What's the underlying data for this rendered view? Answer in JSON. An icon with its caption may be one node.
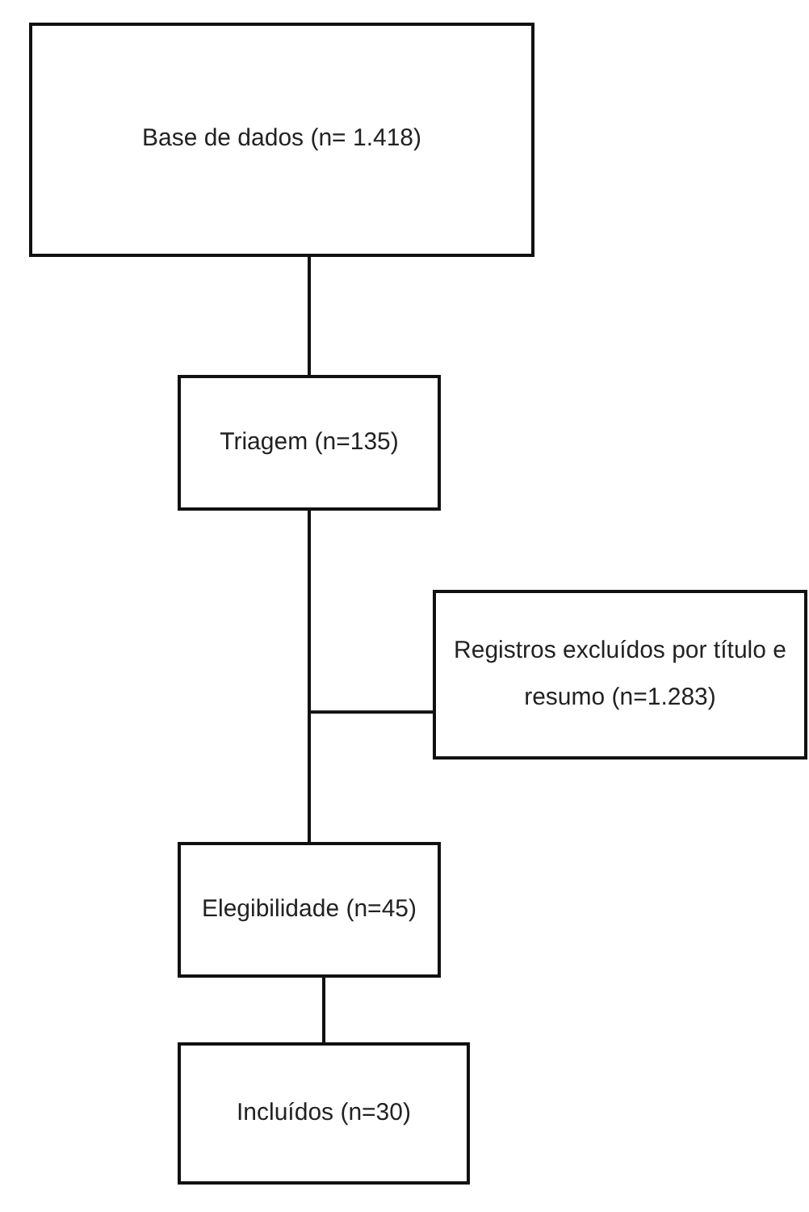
{
  "diagram": {
    "nodes": [
      {
        "text": [
          "Base de dados (n= 1.418)"
        ]
      },
      {
        "text": [
          "Triagem (n=135)"
        ]
      },
      {
        "text": [
          "Registros excluídos por título e resumo (n=1.283)"
        ]
      },
      {
        "text": [
          "Elegibilidade (n=45)"
        ]
      },
      {
        "text": [
          "Incluídos (n=30)"
        ]
      }
    ],
    "edges": [
      {
        "from": 0,
        "to": 1,
        "arrow": "none"
      },
      {
        "from": 1,
        "to": 2,
        "arrow": "none"
      },
      {
        "from": 1,
        "to": 3,
        "arrow": "none"
      },
      {
        "from": 3,
        "to": 4,
        "arrow": "none"
      }
    ]
  }
}
